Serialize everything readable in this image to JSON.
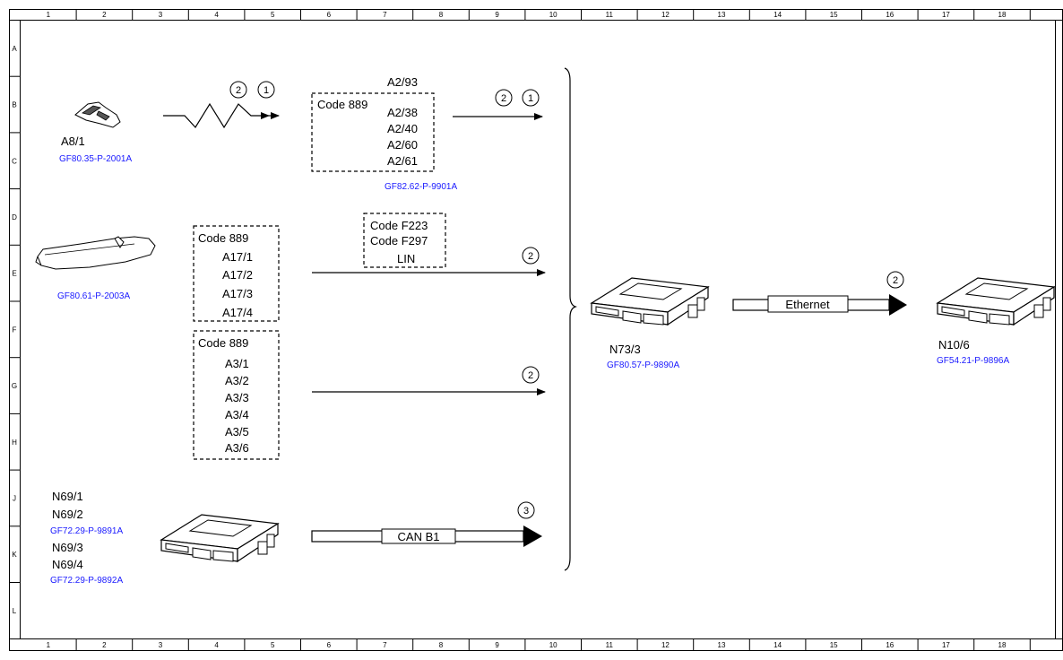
{
  "grid": {
    "columns": [
      "1",
      "2",
      "3",
      "4",
      "5",
      "6",
      "7",
      "8",
      "9",
      "10",
      "11",
      "12",
      "13",
      "14",
      "15",
      "16",
      "17",
      "18"
    ],
    "rows": [
      "A",
      "B",
      "C",
      "D",
      "E",
      "F",
      "G",
      "H",
      "J",
      "K",
      "L"
    ]
  },
  "components": {
    "key": {
      "label": "A8/1",
      "ref": "GF80.35-P-2001A"
    },
    "ignition_group": {
      "label": "A2/93",
      "code": "Code 889",
      "items": [
        "A2/38",
        "A2/40",
        "A2/60",
        "A2/61"
      ],
      "ref": "GF82.62-P-9901A"
    },
    "door_handle": {
      "ref": "GF80.61-P-2003A"
    },
    "a17_group": {
      "code": "Code 889",
      "items": [
        "A17/1",
        "A17/2",
        "A17/3",
        "A17/4"
      ]
    },
    "lin_box": {
      "lines": [
        "Code F223",
        "Code F297",
        "LIN"
      ]
    },
    "a3_group": {
      "code": "Code 889",
      "items": [
        "A3/1",
        "A3/2",
        "A3/3",
        "A3/4",
        "A3/5",
        "A3/6"
      ]
    },
    "n69": {
      "labels1": [
        "N69/1",
        "N69/2"
      ],
      "ref1": "GF72.29-P-9891A",
      "labels2": [
        "N69/3",
        "N69/4"
      ],
      "ref2": "GF72.29-P-9892A"
    },
    "n73": {
      "label": "N73/3",
      "ref": "GF80.57-P-9890A"
    },
    "n10": {
      "label": "N10/6",
      "ref": "GF54.21-P-9896A"
    }
  },
  "connections": {
    "wireless_numbers": [
      "2",
      "1"
    ],
    "ignition_numbers": [
      "2",
      "1"
    ],
    "lin_number": "2",
    "a3_number": "2",
    "can_label": "CAN B1",
    "can_number": "3",
    "ethernet_label": "Ethernet",
    "ethernet_number": "2"
  }
}
